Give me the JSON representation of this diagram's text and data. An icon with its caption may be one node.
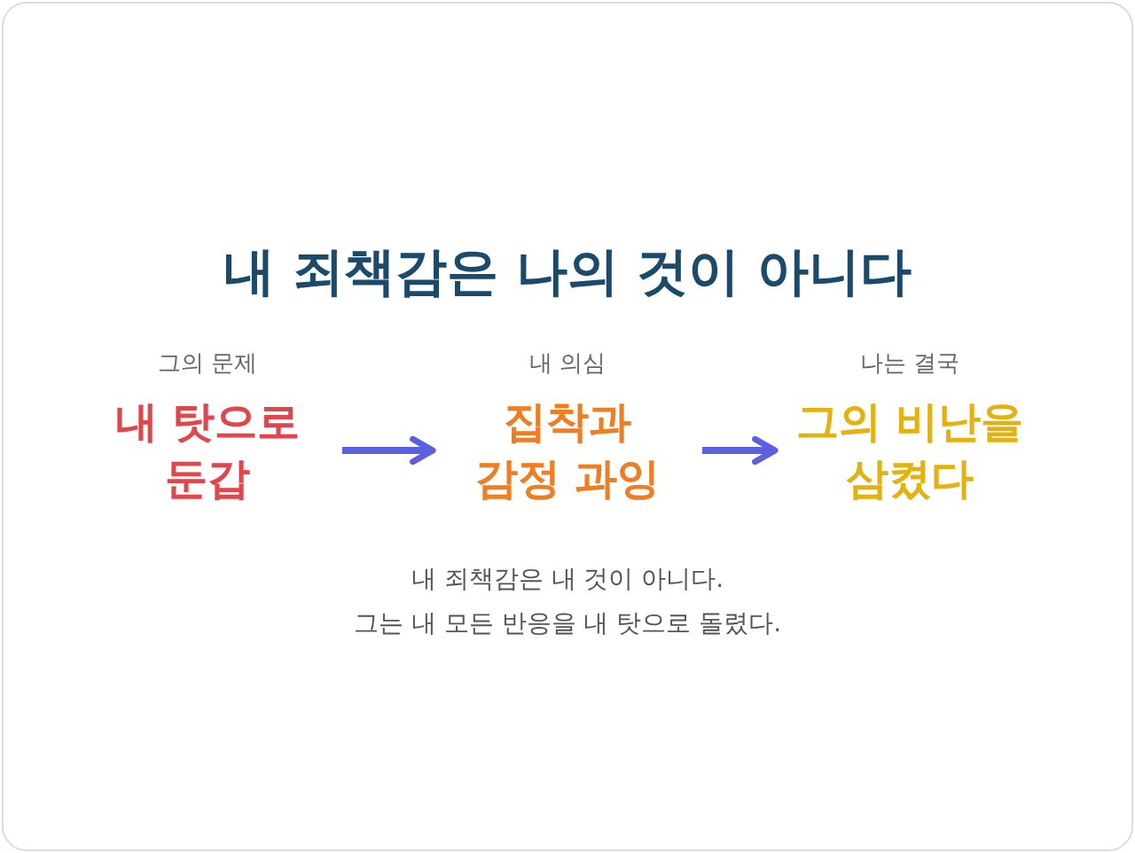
{
  "diagram": {
    "title": "내 죄책감은 나의 것이 아니다",
    "nodes": [
      {
        "text": [
          "그의 문제",
          "내 탓으로 둔갑"
        ]
      },
      {
        "text": [
          "내 의심",
          "집착과 감정 과잉"
        ]
      },
      {
        "text": [
          "나는 결국",
          "그의 비난을 삼켰다"
        ]
      }
    ],
    "edges": [
      {
        "from": 0,
        "to": 1,
        "arrow": "to",
        "color": "#5b5fe0"
      },
      {
        "from": 1,
        "to": 2,
        "arrow": "to",
        "color": "#5b5fe0"
      }
    ],
    "labels": [
      "내 죄책감은 내 것이 아니다.",
      "그는 내 모든 반응을 내 탓으로 돌렸다."
    ]
  }
}
